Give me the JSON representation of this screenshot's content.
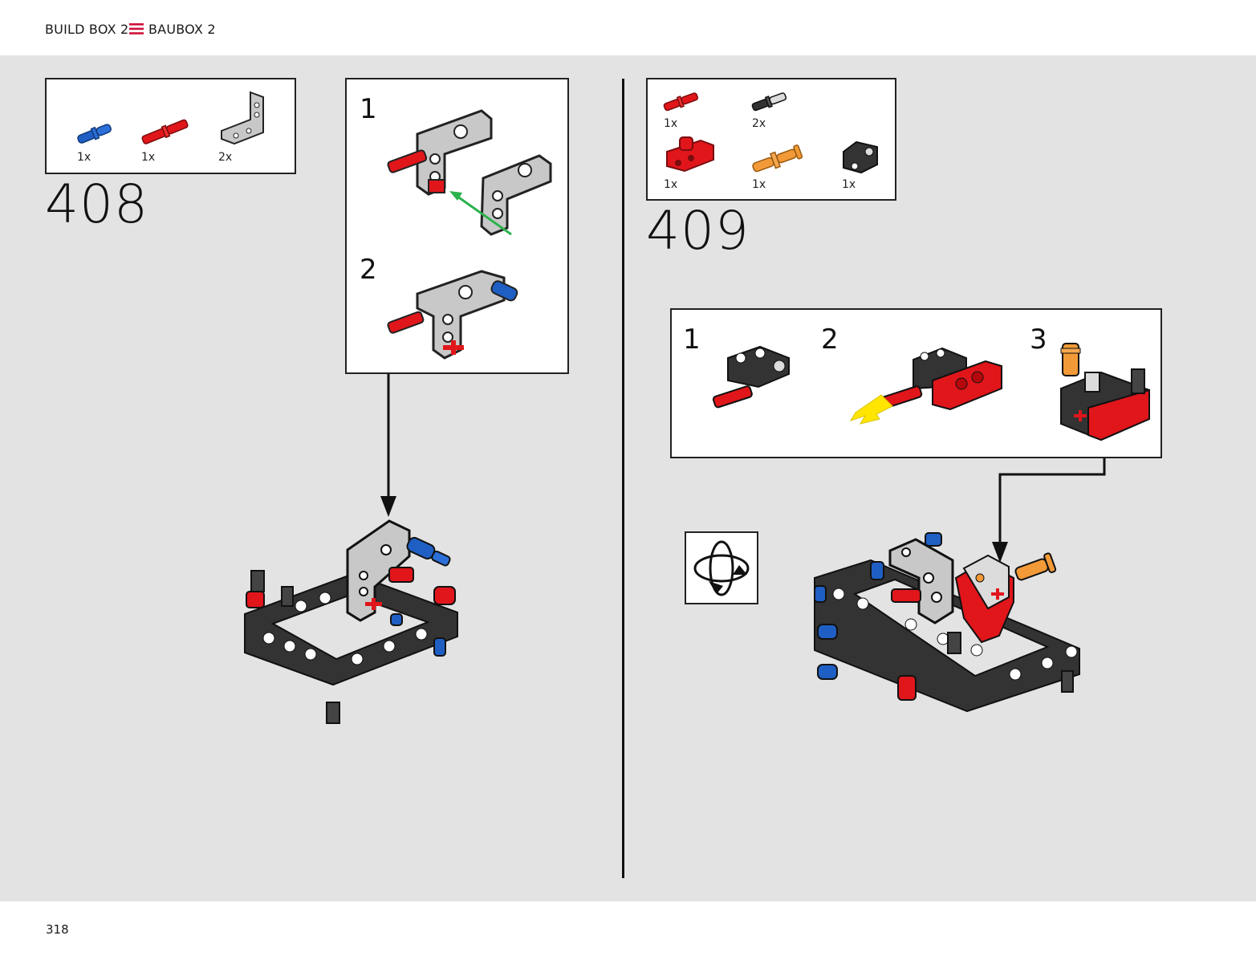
{
  "header": {
    "left_label": "BUILD BOX 2",
    "right_label": "BAUBOX 2",
    "separator_color": "#d0103a"
  },
  "footer": {
    "page_number": "318"
  },
  "colors": {
    "background": "#e3e3e3",
    "blue_pin": "#1f5fc4",
    "red_part": "#e0161b",
    "light_gray": "#c8c8c8",
    "dark_gray": "#333333",
    "orange_pin": "#f29a38",
    "arrow_green": "#2bb24c",
    "arrow_yellow": "#ffe500"
  },
  "steps": [
    {
      "number": "408",
      "parts": [
        {
          "qty": "1x",
          "icon": "blue-pin-icon"
        },
        {
          "qty": "1x",
          "icon": "red-axle-pin-icon"
        },
        {
          "qty": "2x",
          "icon": "l-beam-icon"
        }
      ],
      "substeps": [
        {
          "label": "1"
        },
        {
          "label": "2"
        }
      ]
    },
    {
      "number": "409",
      "parts": [
        {
          "qty": "1x",
          "icon": "red-axle-pin-icon"
        },
        {
          "qty": "2x",
          "icon": "black-axle-pin-icon"
        },
        {
          "qty": "1x",
          "icon": "red-connector-icon"
        },
        {
          "qty": "1x",
          "icon": "orange-pin-icon"
        },
        {
          "qty": "1x",
          "icon": "black-connector-icon"
        }
      ],
      "substeps": [
        {
          "label": "1"
        },
        {
          "label": "2"
        },
        {
          "label": "3"
        }
      ],
      "rotate_icon": "rotate-model-icon"
    }
  ]
}
